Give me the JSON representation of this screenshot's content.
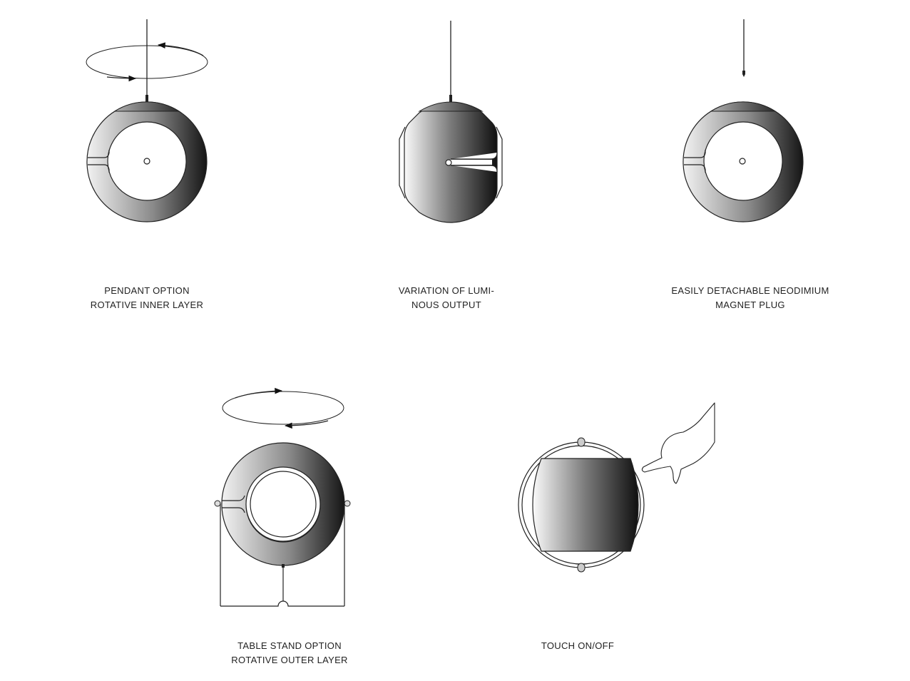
{
  "captions": {
    "pendant": {
      "line1": "PENDANT OPTION",
      "line2": "ROTATIVE INNER LAYER"
    },
    "variation": {
      "line1": "VARIATION OF LUMI-",
      "line2": "NOUS OUTPUT"
    },
    "magnet": {
      "line1": "EASILY DETACHABLE NEODIMIUM",
      "line2": "MAGNET PLUG"
    },
    "table": {
      "line1": "TABLE STAND OPTION",
      "line2": "ROTATIVE OUTER LAYER"
    },
    "touch": {
      "line1": "TOUCH ON/OFF"
    }
  },
  "colors": {
    "stroke": "#222222",
    "shade_light": "#ffffff",
    "shade_dark": "#111111"
  },
  "icons": [
    "rotation-arrow-icon",
    "hand-icon"
  ]
}
